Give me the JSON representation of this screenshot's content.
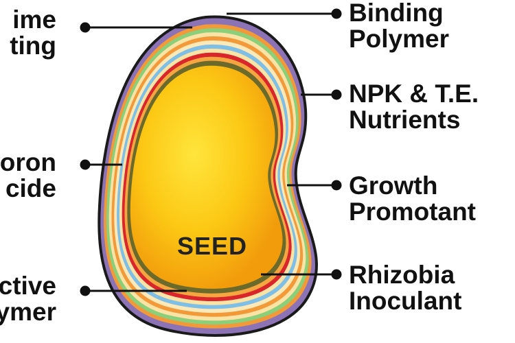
{
  "labels": {
    "left": [
      {
        "key": "lime",
        "lines": [
          "ime",
          "ting"
        ]
      },
      {
        "key": "boron",
        "lines": [
          "oron",
          "cide"
        ]
      },
      {
        "key": "protective",
        "lines": [
          "ctive",
          "ymer"
        ]
      }
    ],
    "right": [
      {
        "key": "binding",
        "lines": [
          "Binding",
          "Polymer"
        ]
      },
      {
        "key": "npk",
        "lines": [
          "NPK & T.E.",
          "Nutrients"
        ]
      },
      {
        "key": "growth",
        "lines": [
          "Growth",
          "Promotant"
        ]
      },
      {
        "key": "rhizobia",
        "lines": [
          "Rhizobia",
          "Inoculant"
        ]
      }
    ]
  },
  "seed_label": "SEED",
  "colors": {
    "outer_coat": "#8c73b5",
    "outline": "#1a1a1a",
    "green_layer": "#8ccf7a",
    "orange_layer": "#f29a3a",
    "cream_layer": "#fbe3a6",
    "blue_layer": "#7fbfe6",
    "red_layer": "#d8262b",
    "olive_ring": "#6b6a2a",
    "seed_core": "#f7b80f",
    "seed_center": "#ffe23a",
    "leader_line": "#111111"
  }
}
